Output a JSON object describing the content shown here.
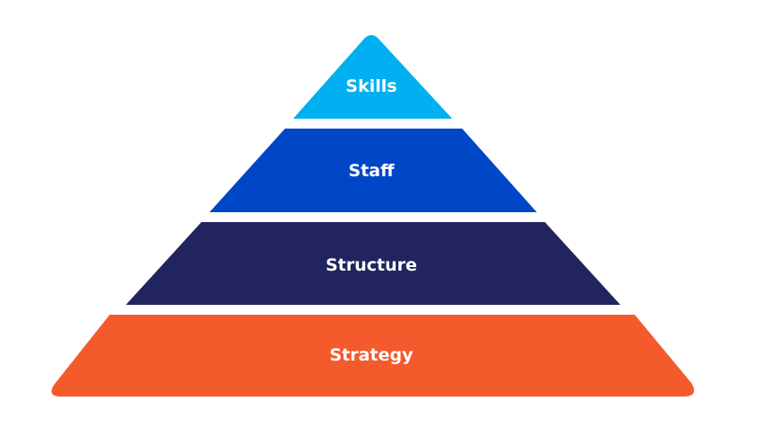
{
  "diagram": {
    "type": "pyramid",
    "levels": [
      {
        "label": "Skills",
        "color": "#00b0f0"
      },
      {
        "label": "Staff",
        "color": "#0047c8"
      },
      {
        "label": "Structure",
        "color": "#21245e"
      },
      {
        "label": "Strategy",
        "color": "#f45a2c"
      }
    ]
  }
}
